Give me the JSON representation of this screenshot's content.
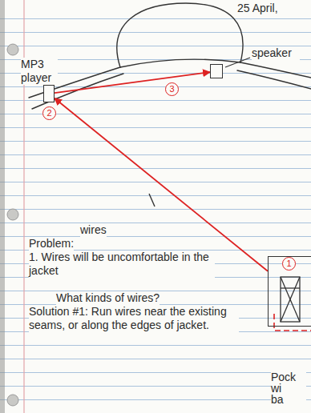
{
  "diagram": {
    "nodes": [
      {
        "text": [
          "MP3 player"
        ]
      },
      {
        "text": [
          "speaker"
        ]
      },
      {
        "text": [
          "Pock wi ba"
        ]
      }
    ],
    "edges": [
      {
        "from": 2,
        "to": 0,
        "arrow": "to"
      },
      {
        "from": 0,
        "to": 1,
        "arrow": "to"
      }
    ],
    "labels": [
      "25 April,",
      "2",
      "3",
      "1",
      "wires",
      "Problem:",
      "1. Wires will be uncomfortable in the jacket",
      "What kinds of wires?",
      "Solution #1: Run wires near the existing seams, or along the edges of jacket."
    ]
  }
}
